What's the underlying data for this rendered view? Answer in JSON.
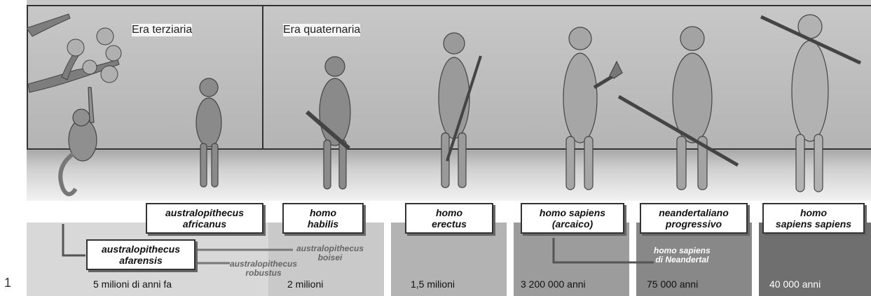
{
  "page_number": "1",
  "eras": {
    "tertiary": "Era terziaria",
    "quaternary": "Era quaternaria"
  },
  "species": [
    {
      "line1": "australopithecus",
      "line2": "africanus"
    },
    {
      "line1": "homo",
      "line2": "habilis"
    },
    {
      "line1": "homo",
      "line2": "erectus"
    },
    {
      "line1": "homo sapiens",
      "line2": "(arcaico)"
    },
    {
      "line1": "neandertaliano",
      "line2": "progressivo"
    },
    {
      "line1": "homo",
      "line2": "sapiens sapiens"
    }
  ],
  "afarensis": {
    "line1": "australopithecus",
    "line2": "afarensis"
  },
  "branches": {
    "boisei": {
      "line1": "australopithecus",
      "line2": "boisei"
    },
    "robustus": {
      "line1": "australopithecus",
      "line2": "robustus"
    },
    "neandertal": {
      "line1": "homo sapiens",
      "line2": "di Neandertal"
    }
  },
  "times": [
    "5 milioni di anni fa",
    "2 milioni",
    "1,5 milioni",
    "3 200 000 anni",
    "75 000 anni",
    "40 000 anni"
  ]
}
